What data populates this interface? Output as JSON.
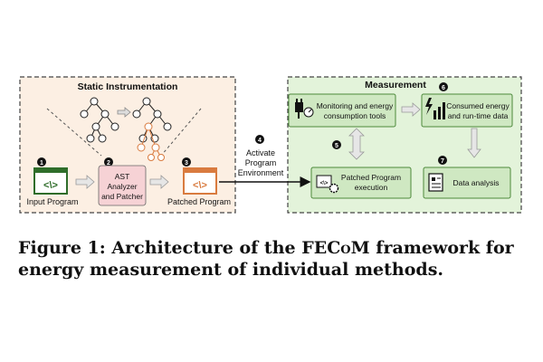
{
  "static_section": {
    "title": "Static Instrumentation",
    "steps": [
      {
        "number": "1",
        "label": "Input Program"
      },
      {
        "number": "2",
        "label_lines": [
          "AST",
          "Analyzer",
          "and Patcher"
        ]
      },
      {
        "number": "3",
        "label": "Patched Program"
      }
    ]
  },
  "activation": {
    "number": "4",
    "label_lines": [
      "Activate",
      "Program",
      "Environment"
    ]
  },
  "measurement_section": {
    "title": "Measurement",
    "monitoring_tools": {
      "label_lines": [
        "Monitoring and energy",
        "consumption tools"
      ]
    },
    "consumed_energy": {
      "number": "6",
      "label_lines": [
        "Consumed energy",
        "and run-time data"
      ]
    },
    "patched_execution": {
      "number": "5",
      "label_lines": [
        "Patched Program",
        "execution"
      ]
    },
    "data_analysis": {
      "number": "7",
      "label": "Data analysis"
    }
  },
  "code_icon_text": "<\\>",
  "caption": {
    "prefix": "Figure 1: Architecture of the ",
    "framework": "FECoM",
    "suffix": " framework for energy measurement of individual methods."
  },
  "colors": {
    "static_bg": "#fcefe3",
    "measurement_bg": "#e3f3da",
    "green_box": "#cfe8c2",
    "green_stroke": "#4c8a3a",
    "pink_box": "#f6d2d5",
    "orange": "#d97b3f",
    "gray_arrow": "#bdbdbd"
  }
}
